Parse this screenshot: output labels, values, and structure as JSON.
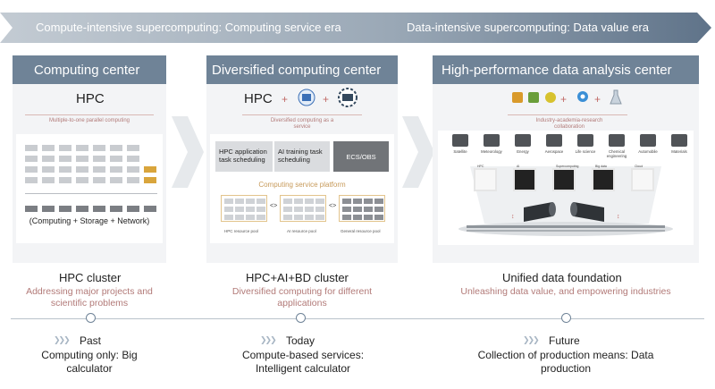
{
  "banner": {
    "left_text": "Compute-intensive supercomputing: Computing service era",
    "right_text": "Data-intensive supercomputing: Data value era",
    "color_left": "#aeb8c3",
    "color_right": "#6f8397"
  },
  "panels": [
    {
      "header": "Computing center",
      "stack": "HPC",
      "note": "Multiple-to-one parallel computing",
      "caption": "(Computing + Storage + Network)"
    },
    {
      "header": "Diversified computing center",
      "stack": "HPC",
      "note": "Diversified computing as a service",
      "services": [
        "HPC application task scheduling",
        "AI training task scheduling",
        "ECS/OBS"
      ],
      "platform": "Computing service platform",
      "pools": [
        "HPC resource pool",
        "AI resource pool",
        "General resource pool"
      ],
      "arrow": "<>"
    },
    {
      "header": "High-performance data analysis center",
      "note": "Industry-academia-research collaboration",
      "domains": [
        "Satellite",
        "Meteorology",
        "Energy",
        "Aerospace",
        "Life science",
        "Chemical engineering",
        "Automobile",
        "Materials"
      ],
      "tiles": [
        "HPC",
        "AI",
        "Supercomputing",
        "Big data",
        "Cloud"
      ]
    }
  ],
  "clusters": [
    {
      "title": "HPC cluster",
      "sub": "Addressing major projects and scientific problems"
    },
    {
      "title": "HPC+AI+BD cluster",
      "sub": "Diversified computing for different applications"
    },
    {
      "title": "Unified data foundation",
      "sub": "Unleashing data value, and empowering industries"
    }
  ],
  "timeline": [
    {
      "era": "Past",
      "desc": "Computing only: Big calculator"
    },
    {
      "era": "Today",
      "desc": "Compute-based services: Intelligent calculator"
    },
    {
      "era": "Future",
      "desc": "Collection of production means: Data production"
    }
  ],
  "icons": [
    "ai-chip-icon",
    "big-data-icon",
    "satellite-icon",
    "windsock-icon",
    "oil-pump-icon",
    "rocket-icon",
    "atom-icon",
    "flask-icon",
    "car-icon",
    "molecule-icon"
  ]
}
